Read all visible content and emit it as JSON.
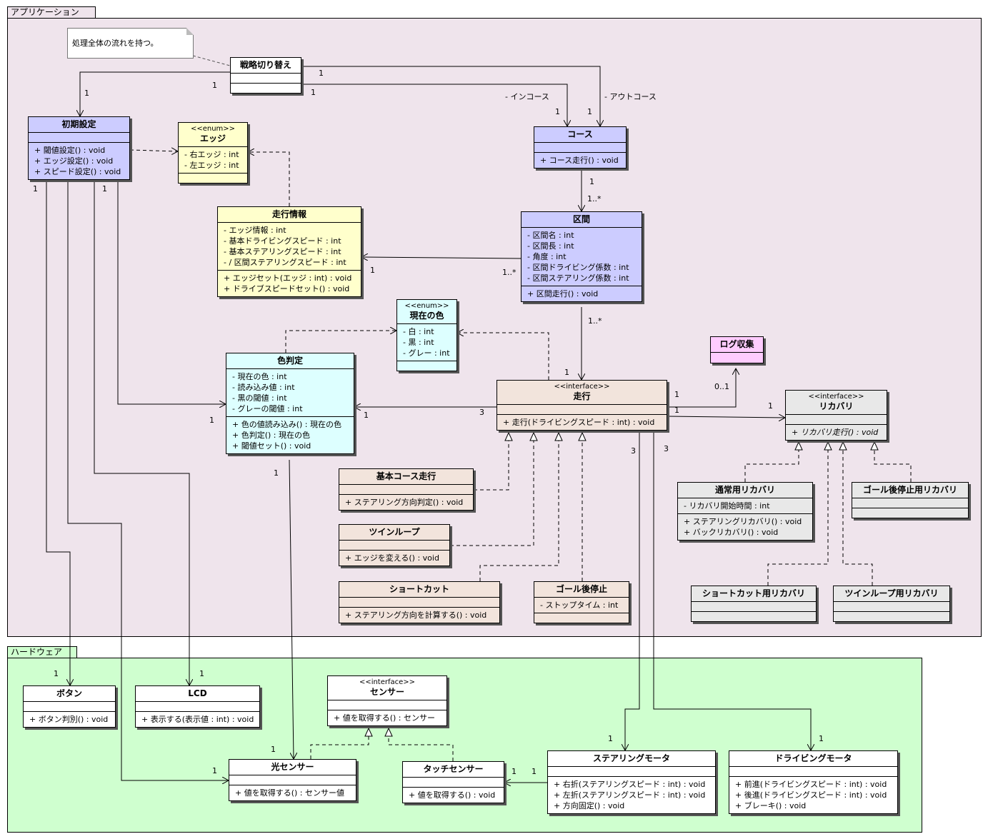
{
  "packages": {
    "application": "アプリケーション",
    "hardware": "ハードウェア"
  },
  "note": "処理全体の流れを持つ。",
  "classes": {
    "strategy": {
      "name": "戦略切り替え"
    },
    "init": {
      "name": "初期設定",
      "ops": [
        "+ 閾値設定() : void",
        "+ エッジ設定() : void",
        "+ スピード設定() : void"
      ]
    },
    "edge": {
      "stereotype": "<<enum>>",
      "name": "エッジ",
      "attrs": [
        "- 右エッジ : int",
        "- 左エッジ : int"
      ]
    },
    "course": {
      "name": "コース",
      "ops": [
        "+ コース走行() : void"
      ]
    },
    "runinfo": {
      "name": "走行情報",
      "attrs": [
        "- エッジ情報 : int",
        "- 基本ドライビングスピード : int",
        "- 基本ステアリングスピード : int",
        "- / 区間ステアリングスピード : int"
      ],
      "ops": [
        "+ エッジセット(エッジ : int) : void",
        "+ ドライブスピードセット() : void"
      ]
    },
    "section": {
      "name": "区間",
      "attrs": [
        "- 区間名 : int",
        "- 区間長 : int",
        "- 角度 : int",
        "- 区間ドライビング係数 : int",
        "- 区間ステアリング係数 : int"
      ],
      "ops": [
        "+ 区間走行() : void"
      ]
    },
    "curcolor": {
      "stereotype": "<<enum>>",
      "name": "現在の色",
      "attrs": [
        "- 白 : int",
        "- 黒 : int",
        "- グレー : int"
      ]
    },
    "colorjudge": {
      "name": "色判定",
      "attrs": [
        "- 現在の色 : int",
        "- 読み込み値 : int",
        "- 黒の閾値 : int",
        "- グレーの閾値 : int"
      ],
      "ops": [
        "+ 色の値読み込み() : 現在の色",
        "+ 色判定() : 現在の色",
        "+ 閾値セット() : void"
      ]
    },
    "run": {
      "stereotype": "<<interface>>",
      "name": "走行",
      "ops": [
        "+ 走行(ドライビングスピード : int) : void"
      ]
    },
    "log": {
      "name": "ログ収集"
    },
    "recovery": {
      "stereotype": "<<interface>>",
      "name": "リカバリ",
      "ops": [
        "+ リカバリ走行() : void"
      ]
    },
    "basic": {
      "name": "基本コース走行",
      "ops": [
        "+ ステアリング方向判定() : void"
      ]
    },
    "twin": {
      "name": "ツインループ",
      "ops": [
        "+ エッジを変える() : void"
      ]
    },
    "shortcut": {
      "name": "ショートカット",
      "ops": [
        "+ ステアリング方向を計算する() : void"
      ]
    },
    "goalstop": {
      "name": "ゴール後停止",
      "attrs": [
        "- ストップタイム : int"
      ]
    },
    "normalrec": {
      "name": "通常用リカバリ",
      "attrs": [
        "- リカバリ開始時間 : int"
      ],
      "ops": [
        "+ ステアリングリカバリ() : void",
        "+ バックリカバリ() : void"
      ]
    },
    "goalrec": {
      "name": "ゴール後停止用リカバリ"
    },
    "shortrec": {
      "name": "ショートカット用リカバリ"
    },
    "twinrec": {
      "name": "ツインループ用リカバリ"
    },
    "button": {
      "name": "ボタン",
      "ops": [
        "+ ボタン判別() : void"
      ]
    },
    "lcd": {
      "name": "LCD",
      "ops": [
        "+ 表示する(表示値 : int) : void"
      ]
    },
    "sensor": {
      "stereotype": "<<interface>>",
      "name": "センサー",
      "ops": [
        "+ 値を取得する() : センサー"
      ]
    },
    "light": {
      "name": "光センサー",
      "ops": [
        "+ 値を取得する() : センサー値"
      ]
    },
    "touch": {
      "name": "タッチセンサー",
      "ops": [
        "+ 値を取得する() : void"
      ]
    },
    "steer": {
      "name": "ステアリングモータ",
      "ops": [
        "+ 右折(ステアリングスピード : int) : void",
        "+ 左折(ステアリングスピード : int) : void",
        "+ 方向固定() : void"
      ]
    },
    "drive": {
      "name": "ドライビングモータ",
      "ops": [
        "+ 前進(ドライビングスピード : int) : void",
        "+ 後進(ドライビングスピード : int) : void",
        "+ ブレーキ() : void"
      ]
    }
  },
  "labels": [
    "1",
    "1",
    "1",
    "1",
    "1",
    "1",
    "1",
    "1",
    "1",
    "1..*",
    "1",
    "1..*",
    "1..*",
    "1",
    "1",
    "1",
    "0..1",
    "1",
    "1",
    "3",
    "3",
    "3",
    "1",
    "1",
    "1",
    "1",
    "1",
    "1",
    "1",
    "1",
    "1",
    "1"
  ],
  "roles": [
    "- インコース",
    "- アウトコース"
  ],
  "colors": {
    "application_bg": "#efe4ec",
    "hardware_bg": "#cfffcf",
    "blue": "#ccccff",
    "yellow": "#ffffcc",
    "cyan": "#ddffff",
    "rose": "#f2e4dc",
    "pink": "#ffccff",
    "gray": "#e8e8e8"
  }
}
